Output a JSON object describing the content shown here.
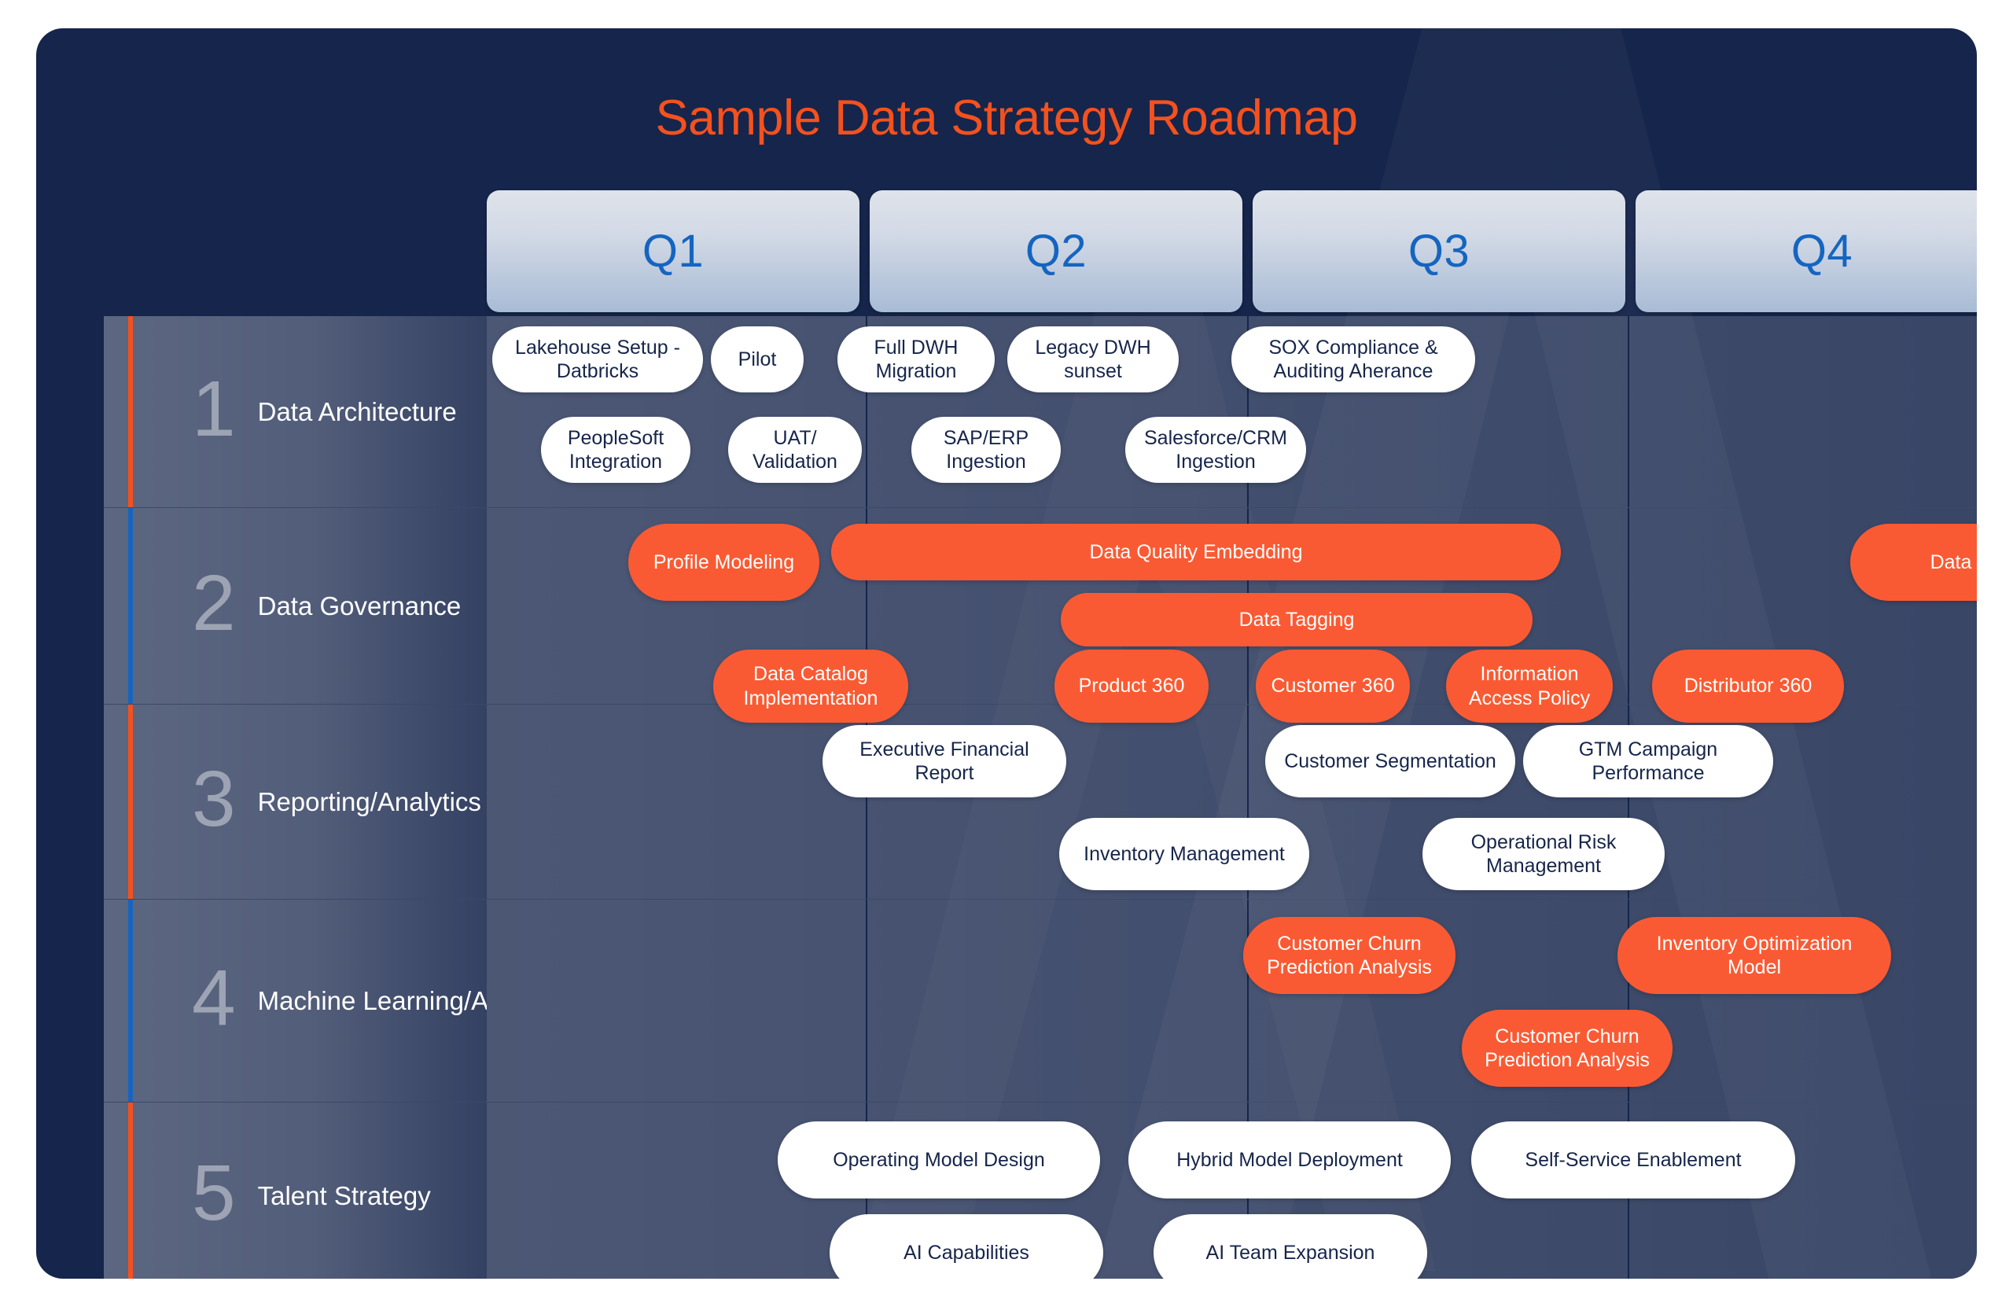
{
  "title": "Sample Data Strategy Roadmap",
  "colors": {
    "background": "#16254b",
    "accent_orange": "#f4511e",
    "accent_blue": "#1565c0",
    "pill_orange": "#fa5a33",
    "pill_white": "#ffffff",
    "quarter_label": "#1565c0"
  },
  "quarters": [
    {
      "label": "Q1"
    },
    {
      "label": "Q2"
    },
    {
      "label": "Q3"
    },
    {
      "label": "Q4"
    }
  ],
  "rows": [
    {
      "number": "1",
      "label": "Data Architecture",
      "accent": "orange",
      "items": [
        {
          "text": "Lakehouse Setup - Datbricks",
          "style": "white"
        },
        {
          "text": "Pilot",
          "style": "white"
        },
        {
          "text": "Full DWH Migration",
          "style": "white"
        },
        {
          "text": "Legacy DWH sunset",
          "style": "white"
        },
        {
          "text": "SOX Compliance & Auditing Aherance",
          "style": "white"
        },
        {
          "text": "PeopleSoft Integration",
          "style": "white"
        },
        {
          "text": "UAT/ Validation",
          "style": "white"
        },
        {
          "text": "SAP/ERP Ingestion",
          "style": "white"
        },
        {
          "text": "Salesforce/CRM Ingestion",
          "style": "white"
        }
      ]
    },
    {
      "number": "2",
      "label": "Data Governance",
      "accent": "blue",
      "items": [
        {
          "text": "Profile Modeling",
          "style": "orange"
        },
        {
          "text": "Data Quality Embedding",
          "style": "orange"
        },
        {
          "text": "Data Tagging",
          "style": "orange"
        },
        {
          "text": "Data Tagging",
          "style": "orange"
        },
        {
          "text": "Data Catalog Implementation",
          "style": "orange"
        },
        {
          "text": "Product 360",
          "style": "orange"
        },
        {
          "text": "Customer 360",
          "style": "orange"
        },
        {
          "text": "Information Access Policy",
          "style": "orange"
        },
        {
          "text": "Distributor 360",
          "style": "orange"
        }
      ]
    },
    {
      "number": "3",
      "label": "Reporting/Analytics",
      "accent": "orange",
      "items": [
        {
          "text": "Executive Financial Report",
          "style": "white"
        },
        {
          "text": "Customer Segmentation",
          "style": "white"
        },
        {
          "text": "GTM Campaign Performance",
          "style": "white"
        },
        {
          "text": "Inventory Management",
          "style": "white"
        },
        {
          "text": "Operational Risk Management",
          "style": "white"
        }
      ]
    },
    {
      "number": "4",
      "label": "Machine Learning/AI",
      "accent": "blue",
      "items": [
        {
          "text": "Customer Churn Prediction Analysis",
          "style": "orange"
        },
        {
          "text": "Inventory Optimization Model",
          "style": "orange"
        },
        {
          "text": "Customer Churn Prediction Analysis",
          "style": "orange"
        }
      ]
    },
    {
      "number": "5",
      "label": "Talent Strategy",
      "accent": "orange",
      "items": [
        {
          "text": "Operating Model Design",
          "style": "white"
        },
        {
          "text": "Hybrid Model Deployment",
          "style": "white"
        },
        {
          "text": "Self-Service Enablement",
          "style": "white"
        },
        {
          "text": "AI Capabilities",
          "style": "white"
        },
        {
          "text": "AI Team Expansion",
          "style": "white"
        }
      ]
    }
  ]
}
